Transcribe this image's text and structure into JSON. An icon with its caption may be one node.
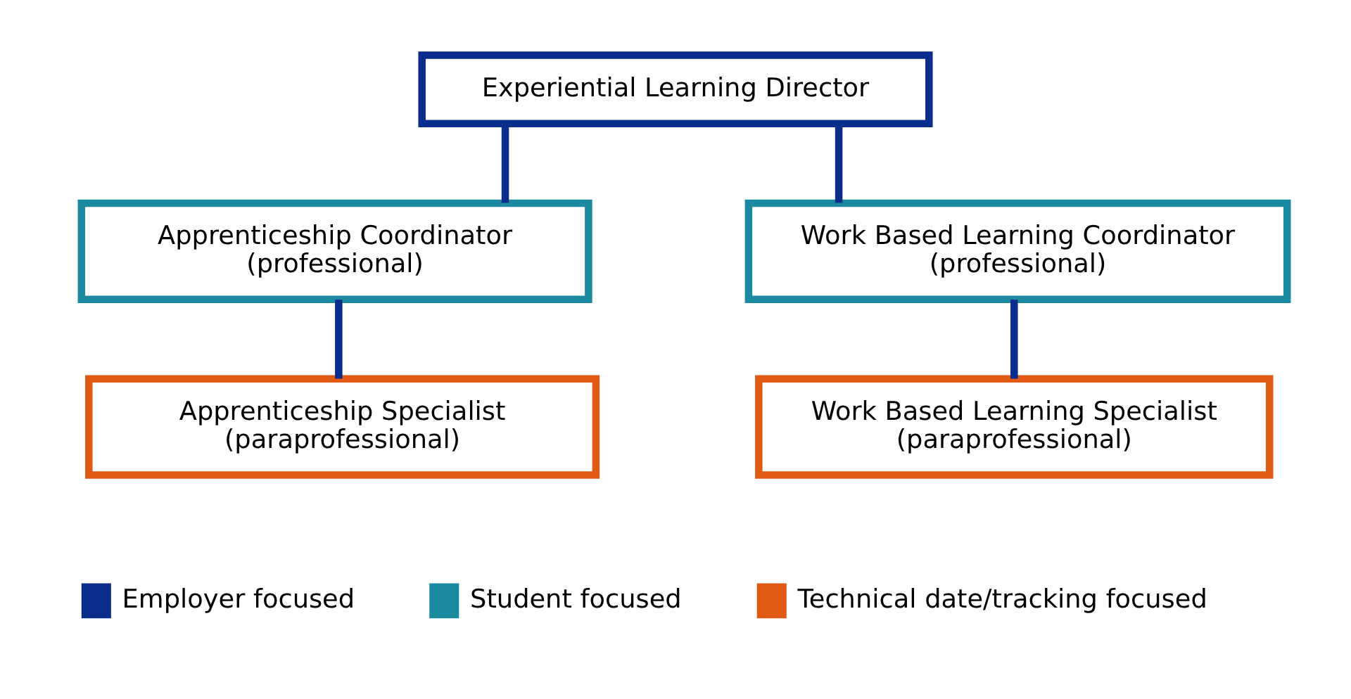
{
  "diagram": {
    "nodes": [
      {
        "text": [
          "Experiential Learning Director"
        ]
      },
      {
        "text": [
          "Apprenticeship Coordinator",
          "(professional)"
        ]
      },
      {
        "text": [
          "Work Based Learning Coordinator",
          "(professional)"
        ]
      },
      {
        "text": [
          "Apprenticeship Specialist",
          "(paraprofessional)"
        ]
      },
      {
        "text": [
          "Work Based Learning Specialist",
          "(paraprofessional)"
        ]
      }
    ],
    "edges": [
      {
        "from": 0,
        "to": 1,
        "arrow": "none"
      },
      {
        "from": 0,
        "to": 2,
        "arrow": "none"
      },
      {
        "from": 1,
        "to": 3,
        "arrow": "none"
      },
      {
        "from": 2,
        "to": 4,
        "arrow": "none"
      }
    ],
    "legend": [
      {
        "text": "Employer focused",
        "color": "#0a2d8c"
      },
      {
        "text": "Student focused",
        "color": "#1b8aa0"
      },
      {
        "text": "Technical date/tracking focused",
        "color": "#e05a14"
      }
    ]
  }
}
